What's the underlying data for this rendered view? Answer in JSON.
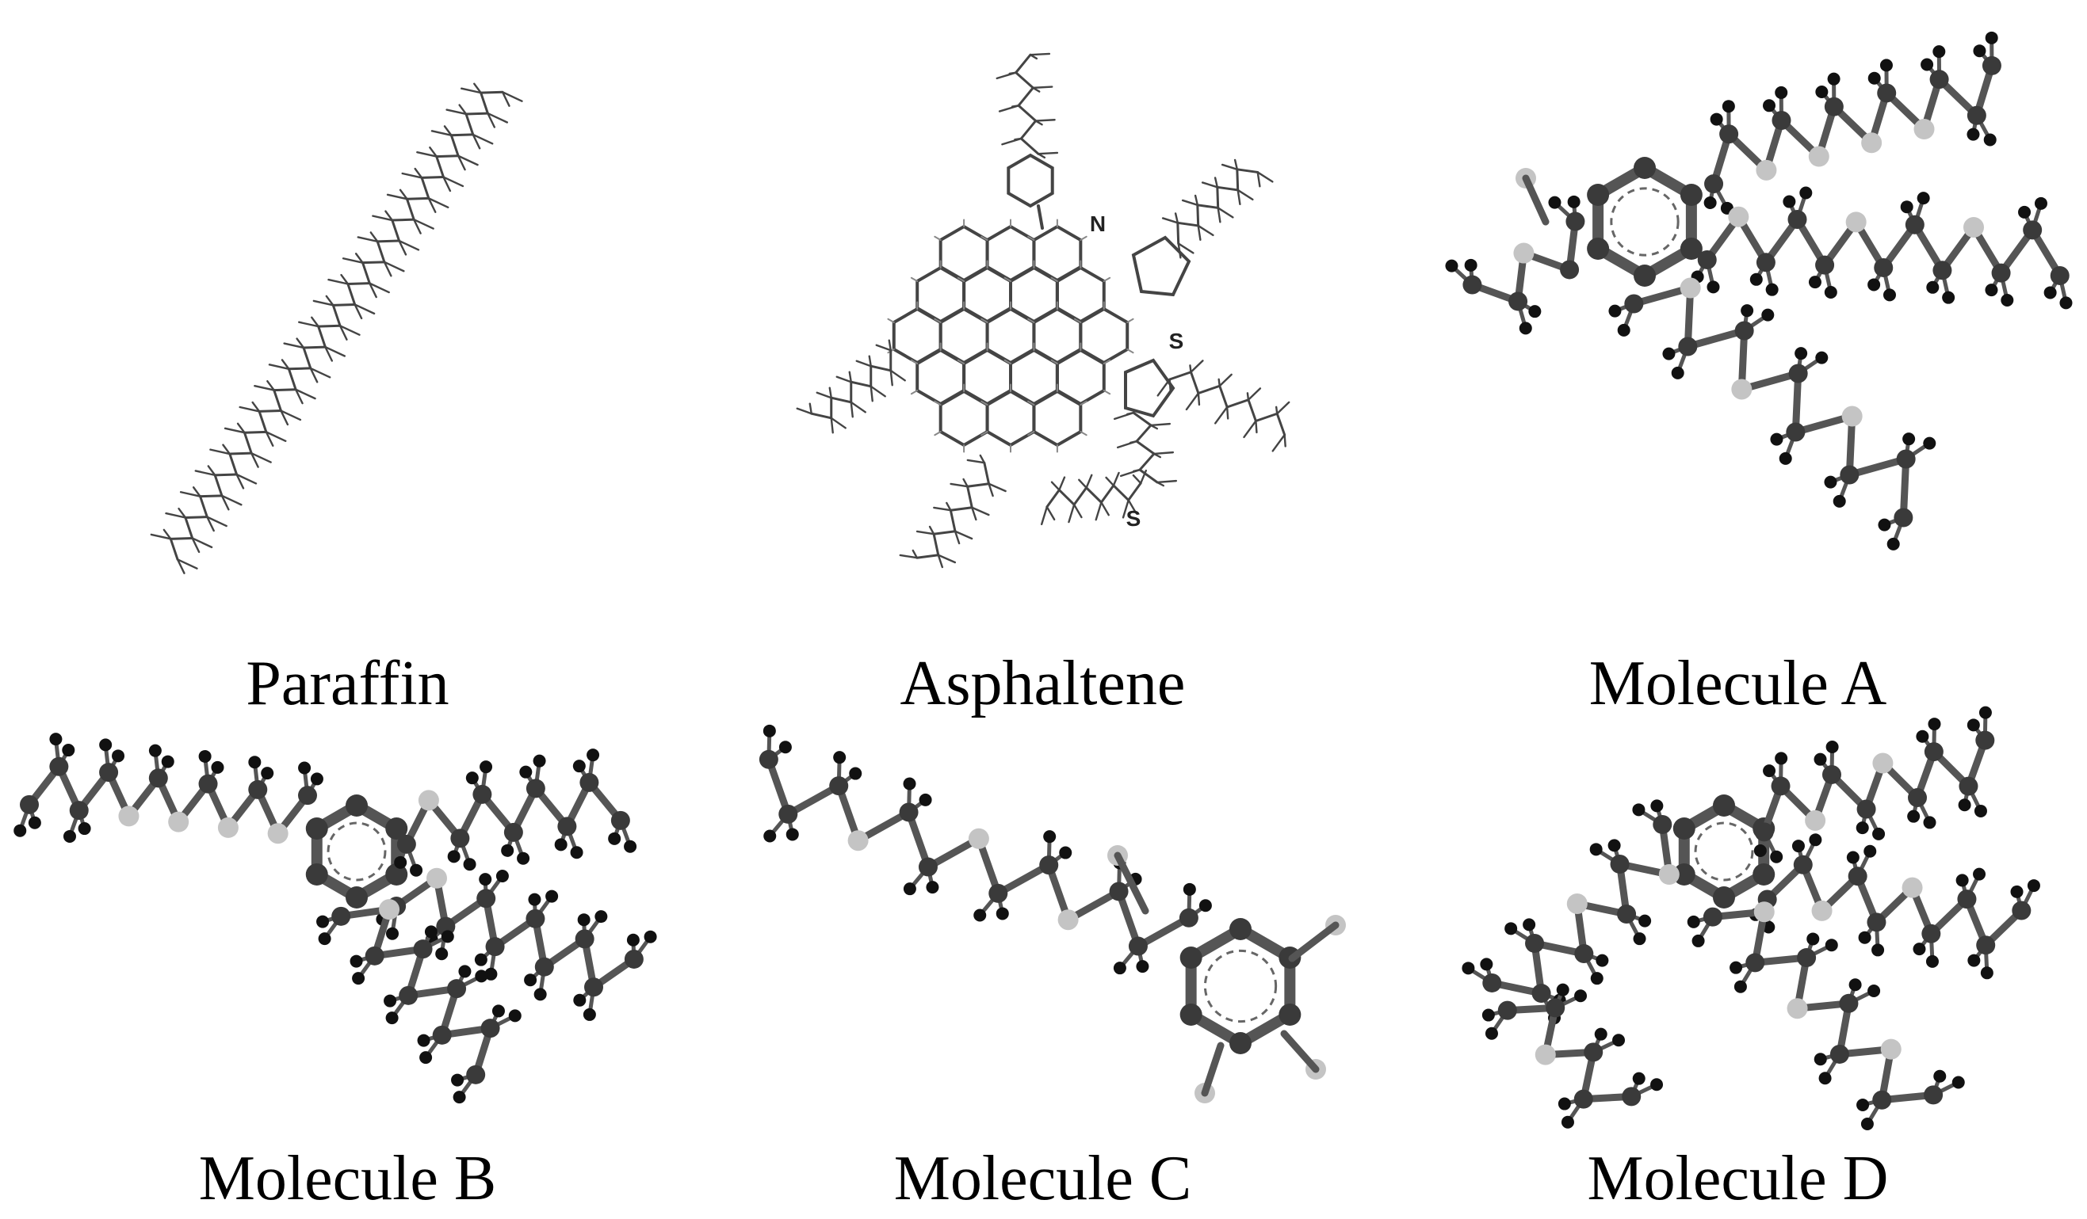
{
  "panels": [
    {
      "id": "paraffin",
      "caption": "Paraffin",
      "atom_labels": []
    },
    {
      "id": "asphaltene",
      "caption": "Asphaltene",
      "atom_labels": [
        "N",
        "S",
        "S"
      ]
    },
    {
      "id": "molecule-a",
      "caption": "Molecule A",
      "atom_labels": []
    },
    {
      "id": "molecule-b",
      "caption": "Molecule B",
      "atom_labels": []
    },
    {
      "id": "molecule-c",
      "caption": "Molecule C",
      "atom_labels": []
    },
    {
      "id": "molecule-d",
      "caption": "Molecule D",
      "atom_labels": []
    }
  ],
  "colors": {
    "carbon": "#3a3a3a",
    "hydrogen": "#111111",
    "oxygen": "#c4c4c4",
    "bond": "#555555",
    "wireframe": "#444444"
  }
}
